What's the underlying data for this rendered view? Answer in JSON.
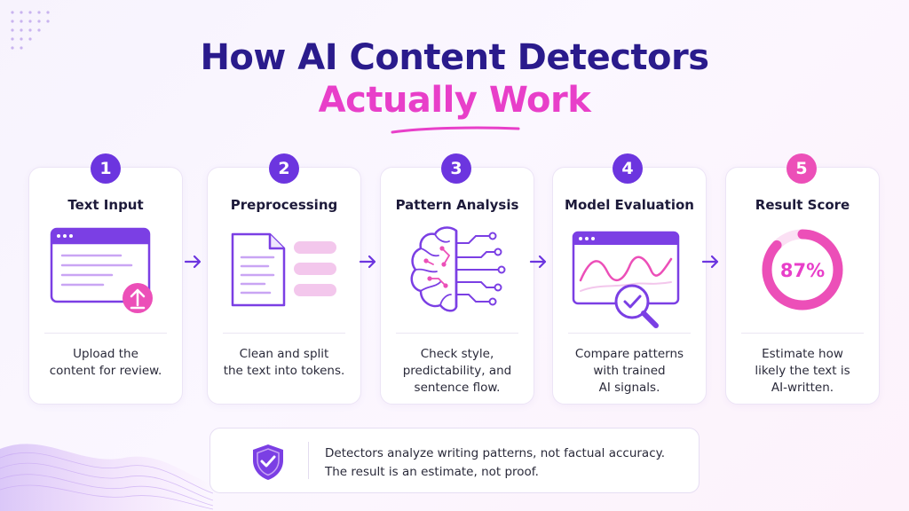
{
  "title": {
    "line1": "How AI Content Detectors",
    "line2": "Actually Work"
  },
  "colors": {
    "navy": "#2a1b8c",
    "pink": "#e83fc9",
    "violet": "#7b3fe4",
    "magenta": "#ec4fb8"
  },
  "steps": [
    {
      "number": "1",
      "title": "Text Input",
      "desc": [
        "Upload the",
        "content for review."
      ],
      "icon": "upload-window-icon"
    },
    {
      "number": "2",
      "title": "Preprocessing",
      "desc": [
        "Clean and split",
        "the text into tokens."
      ],
      "icon": "document-tokens-icon"
    },
    {
      "number": "3",
      "title": "Pattern Analysis",
      "desc": [
        "Check style,",
        "predictability, and",
        "sentence flow."
      ],
      "icon": "brain-circuit-icon"
    },
    {
      "number": "4",
      "title": "Model Evaluation",
      "desc": [
        "Compare patterns",
        "with trained",
        "AI signals."
      ],
      "icon": "chart-magnifier-icon"
    },
    {
      "number": "5",
      "title": "Result Score",
      "desc": [
        "Estimate how",
        "likely the text is",
        "AI-written."
      ],
      "icon": "score-ring-icon"
    }
  ],
  "score": {
    "value": "87%",
    "fraction": 0.87
  },
  "note": {
    "icon": "shield-check-icon",
    "line1": "Detectors analyze writing patterns, not factual accuracy.",
    "line2": "The result is an estimate, not proof."
  }
}
